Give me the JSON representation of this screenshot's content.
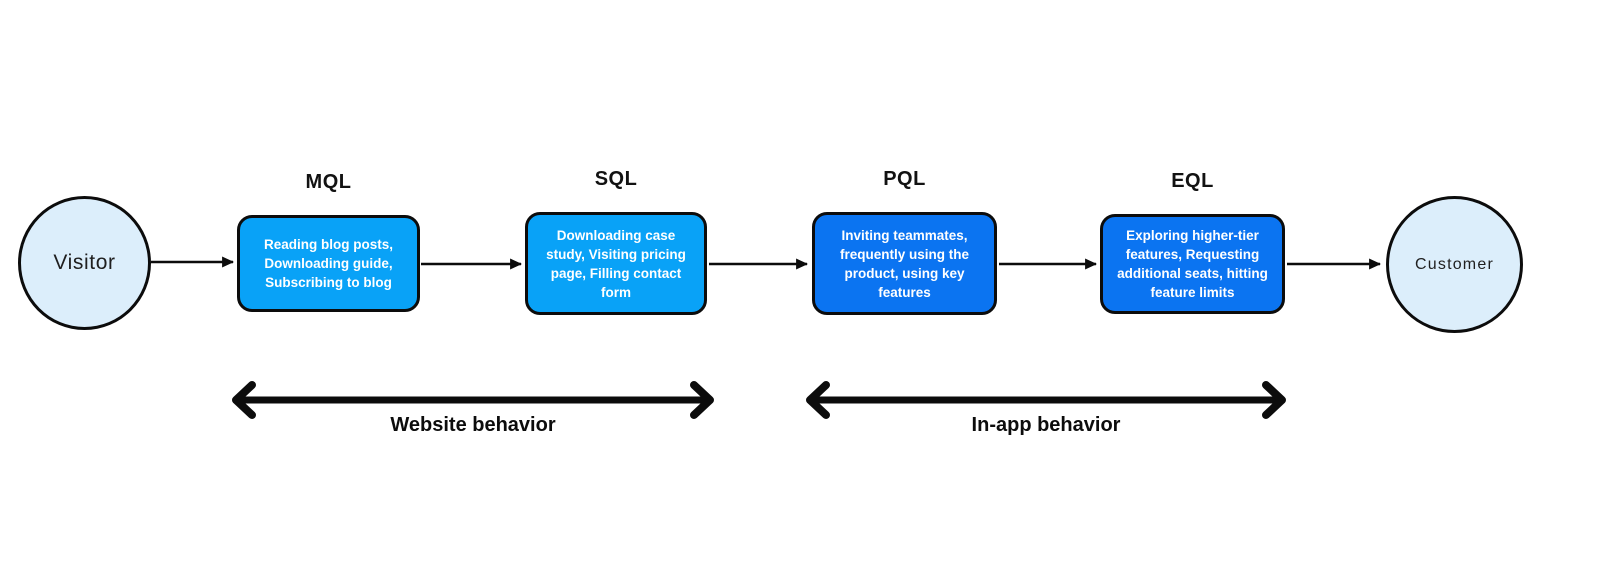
{
  "diagram": {
    "start_node": {
      "label": "Visitor"
    },
    "end_node": {
      "label": "Customer"
    },
    "stages": [
      {
        "label": "MQL",
        "description": "Reading blog posts, Downloading guide, Subscribing to blog",
        "fill": "#09a2f7"
      },
      {
        "label": "SQL",
        "description": "Downloading case study, Visiting pricing page, Filling contact form",
        "fill": "#09a2f7"
      },
      {
        "label": "PQL",
        "description": "Inviting teammates, frequently using the product, using key features",
        "fill": "#0b74f1"
      },
      {
        "label": "EQL",
        "description": "Exploring higher-tier features, Requesting additional seats, hitting feature limits",
        "fill": "#0b74f1"
      }
    ],
    "behavior_spans": [
      {
        "label": "Website behavior"
      },
      {
        "label": "In-app behavior"
      }
    ],
    "colors": {
      "background": "#ffffff",
      "outline": "#0c0c0c",
      "node_fill": "#dceefb",
      "stage_light_blue": "#09a2f7",
      "stage_dark_blue": "#0b74f1",
      "stage_text": "#ffffff"
    }
  }
}
